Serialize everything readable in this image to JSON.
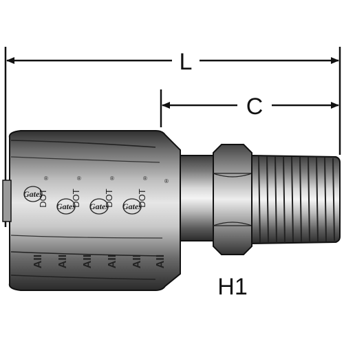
{
  "dimensions": {
    "overall_length": "L",
    "thread_length": "C",
    "hex": "H1"
  },
  "ferrule_markings": {
    "dot": "DOT",
    "registered": "®",
    "logo": "Gates",
    "rib": "AII"
  }
}
